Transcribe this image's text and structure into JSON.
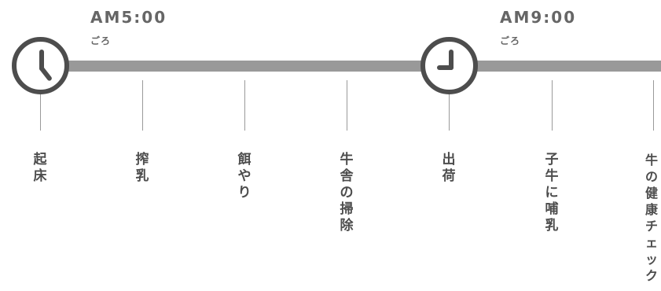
{
  "times": [
    {
      "label": "AM5:00",
      "sub": "ごろ"
    },
    {
      "label": "AM9:00",
      "sub": "ごろ"
    }
  ],
  "events": [
    {
      "label": "起床"
    },
    {
      "label": "搾乳"
    },
    {
      "label": "餌やり"
    },
    {
      "label": "牛舎の掃除"
    },
    {
      "label": "出荷"
    },
    {
      "label": "子牛に哺乳"
    },
    {
      "label": "牛の健康チェック"
    }
  ],
  "colors": {
    "bar": "#999999",
    "clock": "#4d4d4d",
    "text": "#4d4d4d",
    "time_text": "#666666",
    "tick": "#9a9a9a"
  },
  "icons": [
    "clock-icon",
    "clock-icon"
  ]
}
